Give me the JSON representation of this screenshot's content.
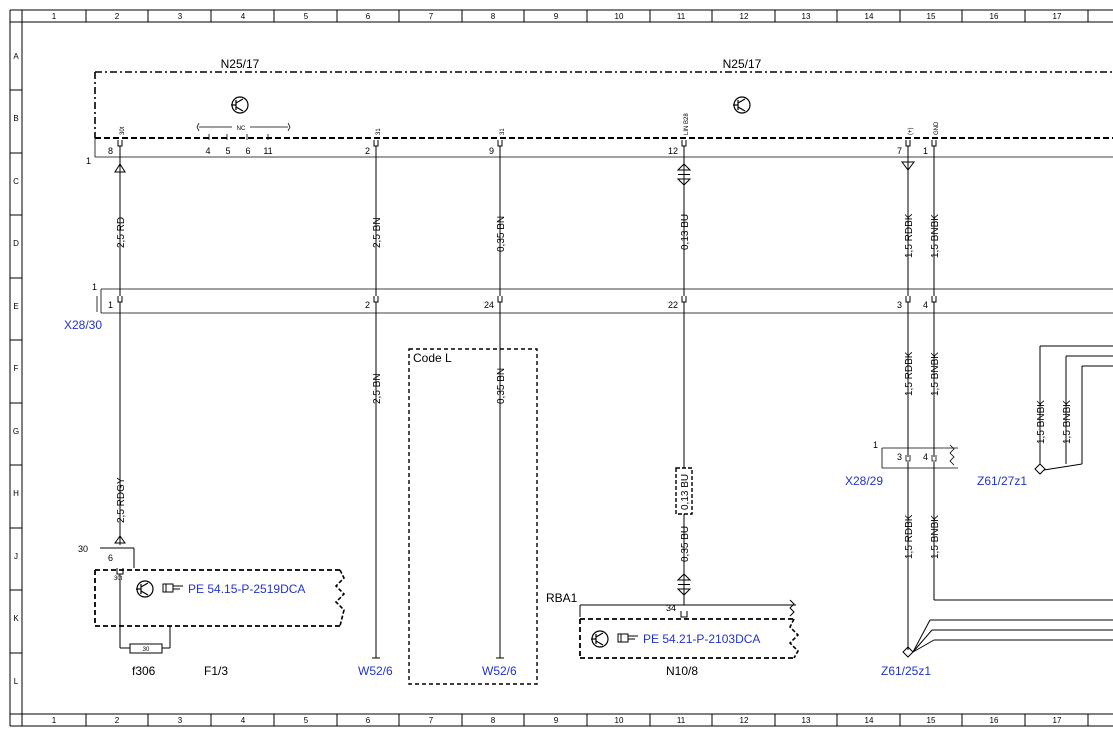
{
  "grid": {
    "columns": [
      "1",
      "2",
      "3",
      "4",
      "5",
      "6",
      "7",
      "8",
      "9",
      "10",
      "11",
      "12",
      "13",
      "14",
      "15",
      "16",
      "17"
    ],
    "rows": [
      "A",
      "B",
      "C",
      "D",
      "E",
      "F",
      "G",
      "H",
      "J",
      "K",
      "L"
    ]
  },
  "components": {
    "n25_left": "N25/17",
    "n25_right": "N25/17",
    "x28_30": "X28/30",
    "x28_29": "X28/29",
    "z61_27z1": "Z61/27z1",
    "z61_25z1": "Z61/25z1",
    "code_l": "Code L",
    "rba1": "RBA1",
    "n10_8": "N10/8",
    "f306": "f306",
    "f1_3": "F1/3",
    "w52_6_a": "W52/6",
    "w52_6_b": "W52/6"
  },
  "references": {
    "pe_left": "PE 54.15-P-2519DCA",
    "pe_right": "PE 54.21-P-2103DCA"
  },
  "connector_n25": {
    "label_1": "1",
    "nc_label": "NC",
    "pins": [
      {
        "num": "8",
        "sig": "30t"
      },
      {
        "num": "4",
        "sig": ""
      },
      {
        "num": "5",
        "sig": ""
      },
      {
        "num": "6",
        "sig": ""
      },
      {
        "num": "11",
        "sig": ""
      },
      {
        "num": "2",
        "sig": "31"
      },
      {
        "num": "9",
        "sig": "31"
      },
      {
        "num": "12",
        "sig": "LIN B28"
      },
      {
        "num": "7",
        "sig": "(+)"
      },
      {
        "num": "1",
        "sig": "GND"
      }
    ]
  },
  "connector_x28_30": {
    "label_1": "1",
    "pins": [
      "1",
      "2",
      "24",
      "22",
      "3",
      "4"
    ]
  },
  "connector_x28_29": {
    "label_1": "1",
    "pins": [
      "3",
      "4"
    ]
  },
  "fuse": {
    "label_30": "30",
    "pin_6": "6",
    "sig_30t": "30t",
    "fuse_value": "30"
  },
  "n10_pin": "34",
  "wires": {
    "w_rd": "2,5 RD",
    "w_bn1": "2,5 BN",
    "w_bn2": "0,35 BN",
    "w_bu1": "0,13 BU",
    "w_rdbk1": "1,5 RDBK",
    "w_bnbk1": "1,5 BNBK",
    "w_bn3": "2,5 BN",
    "w_bn4": "0,35 BN",
    "w_rdbk2": "1,5 RDBK",
    "w_bnbk2": "1,5 BNBK",
    "w_rdgy": "2,5 RDGY",
    "w_bu2": "0,13 BU",
    "w_bu3": "0,35 BU",
    "w_rdbk3": "1,5 RDBK",
    "w_bnbk3": "1,5 BNBK",
    "w_z1": "1,5 BNBK",
    "w_z2": "1,5 BNBK"
  }
}
